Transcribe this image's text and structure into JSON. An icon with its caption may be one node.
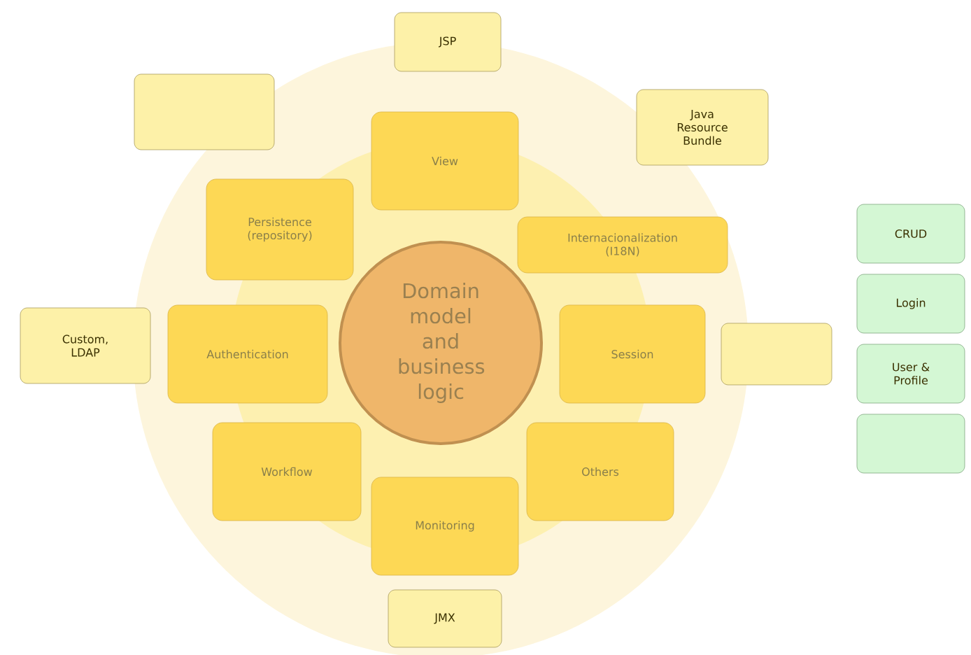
{
  "diagram": {
    "nodes": [
      {
        "text": [
          "JSP"
        ]
      },
      {
        "text": [],
        "shape": "box"
      },
      {
        "text": [
          "Java Resource Bundle"
        ]
      },
      {
        "text": [
          "View"
        ]
      },
      {
        "text": [
          "Persistence (repository)"
        ]
      },
      {
        "text": [
          "Internacionalization (I18N)"
        ]
      },
      {
        "text": [
          "CRUD"
        ]
      },
      {
        "text": [
          "Domain model and business logic"
        ]
      },
      {
        "text": [
          "Login"
        ]
      },
      {
        "text": [
          "Custom, LDAP"
        ]
      },
      {
        "text": [
          "Authentication"
        ]
      },
      {
        "text": [
          "Session"
        ]
      },
      {
        "text": [],
        "shape": "box"
      },
      {
        "text": [
          "User & Profile"
        ]
      },
      {
        "text": [
          "Workflow"
        ]
      },
      {
        "text": [
          "Others"
        ]
      },
      {
        "text": [],
        "shape": "box"
      },
      {
        "text": [
          "Monitoring"
        ]
      },
      {
        "text": [
          "JMX"
        ]
      }
    ]
  }
}
